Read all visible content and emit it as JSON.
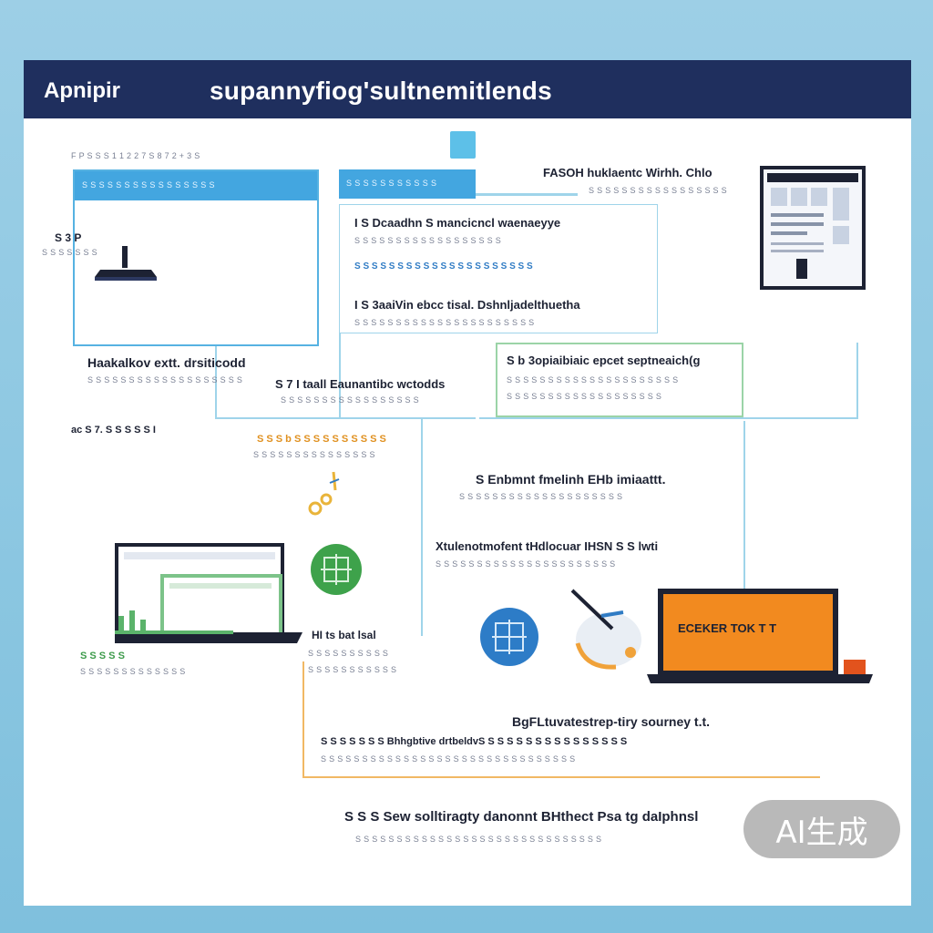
{
  "header": {
    "brand": "Apnipir",
    "title": "supannyfiog'sultnemitlends"
  },
  "top_meta": "F P S S  S 1 1 2 2 7  S 8  7 2  + 3 S",
  "left_panel": {
    "head": "S S S S S S S S S S S S S S S S",
    "side_label": "S 3 P",
    "side_sub": "S S S S S S S",
    "title": "Haakalkov extt. drsiticodd",
    "sub": "S S S S S S S S S S S S S S S S S S S"
  },
  "center_panel": {
    "head": "S S S S S S S S S S S",
    "row1": "I S Dcaadhn  S  mancicncl waenaeyye",
    "row1_sub": "S S S S S S S S S S S S S S S S S S",
    "row2": "S S S S S S S S S S S S S S S S S S S S S",
    "row3": "I S 3aaiVin ebcc tisal. Dshnljadelthuetha",
    "row3_sub": "S S S S S S S S S S S S S S S S S S S S S S"
  },
  "top_right": {
    "title": "FASOH huklaentc Wirhh. Chlo",
    "sub": "S S S S S S S S S S S S S S S S S"
  },
  "mid_left": {
    "title": "S 7 I taall Eaunantibc wctodds",
    "sub": "S S S S S S S S S S S S S S S S S"
  },
  "green_panel": {
    "title": "S b  3opiaibiaic epcet septneaich(g",
    "sub1": "S S S S S S S S S S S S S S S S S S S S S",
    "sub2": "S S S S S S S S S S S S S S S S S S S"
  },
  "left_note": "ac S 7. S S S S S I",
  "orange_label": {
    "title": "S S S b S S S S S S S S S S",
    "sub": "S S S S S S S S S S S S S S S"
  },
  "mid_right_1": {
    "title": "S  Enbmnt fmelinh EHb imiaattt.",
    "sub": "S S S S S S S S S S S S S S S S S S S S"
  },
  "mid_right_2": {
    "title": "Xtulenotmofent tHdlocuar IHSN S S lwti",
    "sub": "S S S S S S S S S S S S S S S S S S S S S S"
  },
  "laptop_left_caption": {
    "title": "S S S S S",
    "sub": "S S S S S S S S S S S S S"
  },
  "mid_col_caption": {
    "title": "HI ts bat lsal",
    "sub1": "S S S S S S S S S S",
    "sub2": "S S S S S S S S S S S"
  },
  "laptop_right_screen": "ECEKER TOK T T",
  "bottom_mid": {
    "title": "BgFLtuvatestrep-tiry sourney t.t.",
    "row": "S  S S S S S S Bhhgbtive drtbeldvS S S S S S S S S S S S S S S S",
    "row_sub": "S S S S S S S S S S S S S S S S S S S S S S S S S S S S S S S"
  },
  "bottom": {
    "title": "S S S Sew solltiragty danonnt BHthect Psa tg daIphnsl",
    "sub": "S S S S S S S S S S S S S S S S S S S S S S S S S S S S S S"
  },
  "watermark": "AI生成",
  "icons": {
    "monitor": "desktop-computer-icon",
    "globe_green": "green-network-globe-icon",
    "globe_blue": "blue-network-globe-icon",
    "laptop_left": "laptop-left-icon",
    "laptop_right": "laptop-orange-icon",
    "document": "document-thumbnail-icon",
    "pen": "pen-splash-icon",
    "sparkle": "sparkle-trail-icon",
    "square": "cyan-square-icon"
  }
}
